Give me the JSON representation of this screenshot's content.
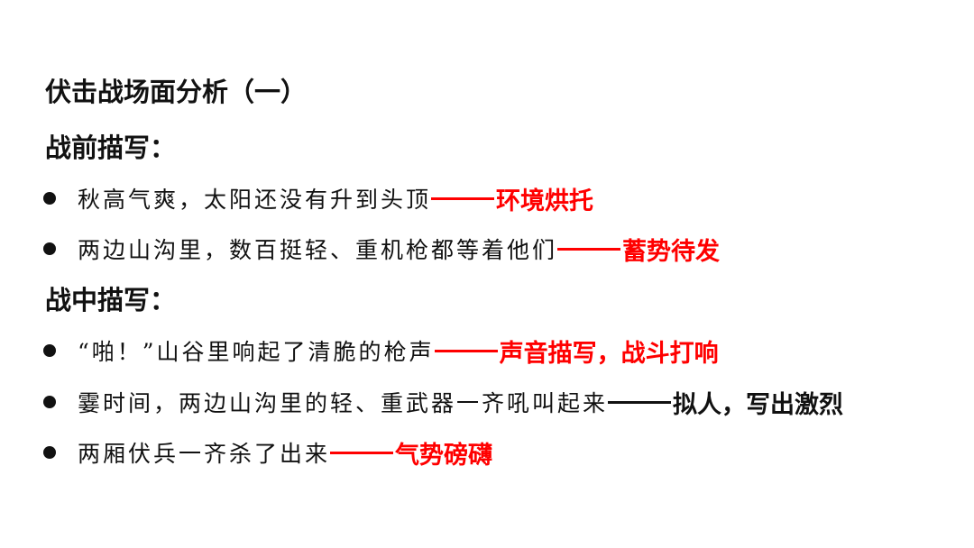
{
  "title": "伏击战场面分析（一）",
  "sections": {
    "before": {
      "heading": "战前描写：",
      "items": [
        {
          "text": "秋高气爽，太阳还没有升到头顶",
          "note": "环境烘托",
          "note_color": "red"
        },
        {
          "text": "两边山沟里，数百挺轻、重机枪都等着他们",
          "note": "蓄势待发",
          "note_color": "red"
        }
      ]
    },
    "during": {
      "heading": "战中描写：",
      "items": [
        {
          "text": "“啪！”山谷里响起了清脆的枪声",
          "note": "声音描写，战斗打响",
          "note_color": "red"
        },
        {
          "text": "霎时间，两边山沟里的轻、重武器一齐吼叫起来",
          "note": "拟人，写出激烈",
          "note_color": "black"
        },
        {
          "text": "两厢伏兵一齐杀了出来",
          "note": "气势磅礴",
          "note_color": "red"
        }
      ]
    }
  },
  "colors": {
    "accent_red": "#ff0000",
    "text": "#111111",
    "background": "#ffffff"
  }
}
